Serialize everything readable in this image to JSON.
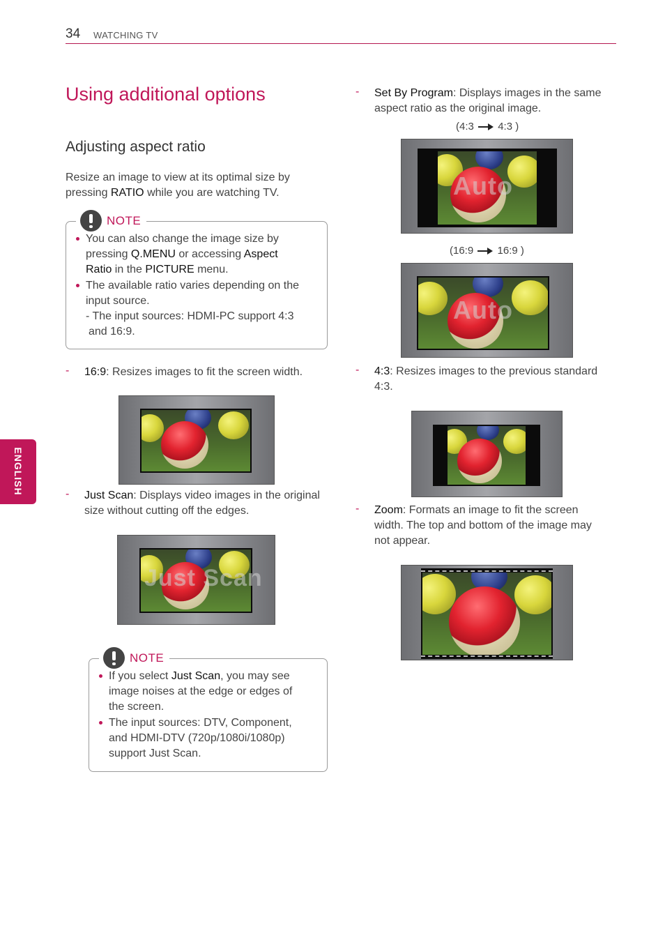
{
  "header": {
    "page_number": "34",
    "section": "WATCHING TV"
  },
  "side_tab": "ENGLISH",
  "title": "Using additional options",
  "subtitle": "Adjusting aspect ratio",
  "intro": {
    "pre": "Resize an image to view at its optimal size by pressing ",
    "key": "RATIO",
    "post": " while you are watching TV."
  },
  "note1": {
    "label": "NOTE",
    "b1_l1": "You can also change the image size by",
    "b1_l2_pre": "pressing ",
    "b1_l2_key1": "Q.MENU",
    "b1_l2_mid": " or accessing ",
    "b1_l2_key2": "Aspect",
    "b1_l3_key": "Ratio",
    "b1_l3_mid": " in the ",
    "b1_l3_key2": "PICTURE",
    "b1_l3_post": " menu.",
    "b2_l1": "The available ratio varies depending on the",
    "b2_l2": "input source.",
    "b2_l3": "- The input sources: HDMI-PC support 4:3",
    "b2_l4": "and 16:9."
  },
  "opt_169": {
    "dash": "-",
    "key": "16:9",
    "desc": ": Resizes images to fit the screen width."
  },
  "opt_justscan": {
    "dash": "-",
    "key": "Just Scan",
    "desc_l1": ": Displays video images in the original",
    "desc_l2": "size without cutting off the edges."
  },
  "watermarks": {
    "just_scan": "Just Scan",
    "auto": "Auto"
  },
  "note2": {
    "label": "NOTE",
    "b1_l1_pre": "If you select ",
    "b1_l1_key": "Just Scan",
    "b1_l1_post": ", you may see",
    "b1_l2": "image noises at the edge or edges of",
    "b1_l3": "the screen.",
    "b2_l1": "The input sources: DTV, Component,",
    "b2_l2": "and HDMI-DTV (720p/1080i/1080p)",
    "b2_l3": "support Just Scan."
  },
  "opt_setbyprogram": {
    "dash": "-",
    "key": "Set By Program",
    "desc_l1": ": Displays images in the same",
    "desc_l2": "aspect ratio as the original image."
  },
  "ratio1": {
    "from": "(4:3",
    "to": "4:3 )"
  },
  "ratio2": {
    "from": "(16:9",
    "to": "16:9 )"
  },
  "opt_43": {
    "dash": "-",
    "key": "4:3",
    "desc_l1": ": Resizes images to the previous standard",
    "desc_l2": "4:3."
  },
  "opt_zoom": {
    "dash": "-",
    "key": "Zoom",
    "desc_l1": ": Formats an image to fit the screen",
    "desc_l2": "width. The top and bottom of the image may",
    "desc_l3": "not appear."
  },
  "colors": {
    "accent": "#c01759",
    "text": "#3a3a3a"
  },
  "icons": {
    "note": "exclamation-icon",
    "arrow": "right-arrow-icon"
  }
}
